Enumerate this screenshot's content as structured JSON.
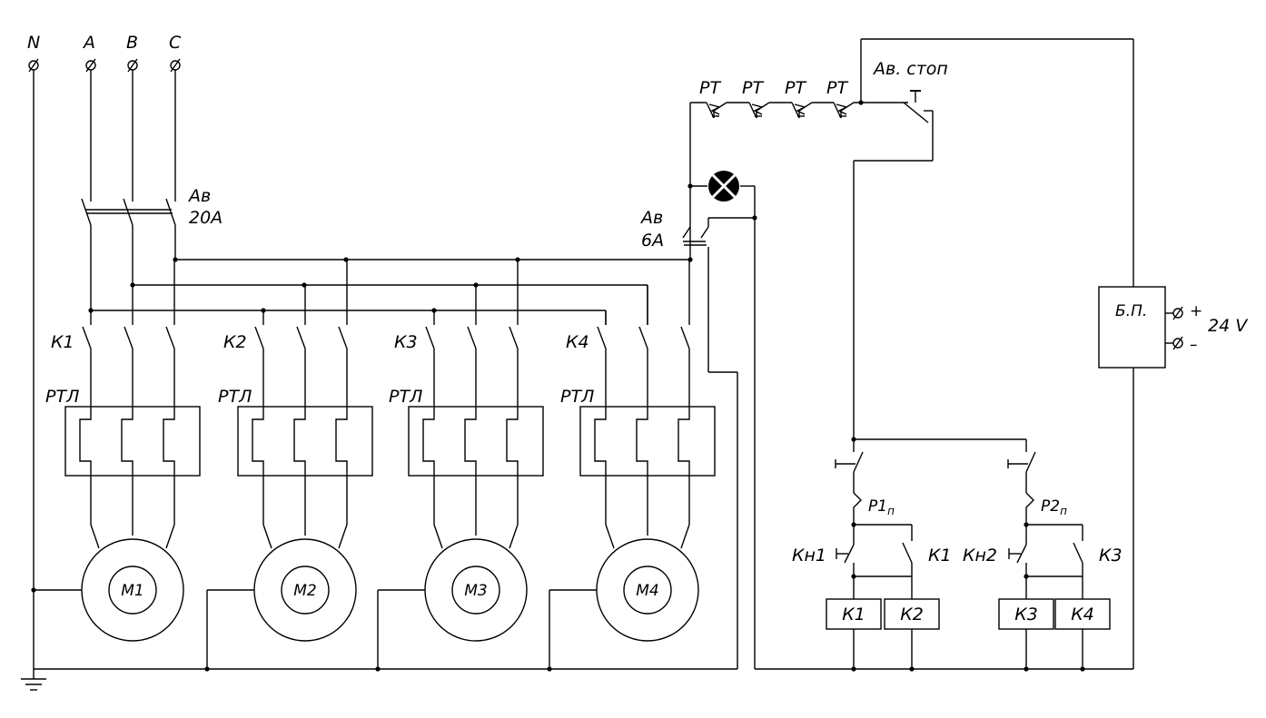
{
  "supply": {
    "n": "N",
    "a": "A",
    "b": "B",
    "c": "C"
  },
  "breaker_main": {
    "name": "Ав",
    "rating": "20А"
  },
  "breaker_ctrl": {
    "name": "Ав",
    "rating": "6А"
  },
  "relays": [
    "РТ",
    "РТ",
    "РТ",
    "РТ"
  ],
  "estop": "Ав. стоп",
  "contactors": [
    "К1",
    "К2",
    "К3",
    "К4"
  ],
  "thermal": [
    "РТЛ",
    "РТЛ",
    "РТЛ",
    "РТЛ"
  ],
  "motors": [
    "М1",
    "М2",
    "М3",
    "М4"
  ],
  "psu": {
    "name": "Б.П.",
    "plus": "+",
    "minus": "–",
    "voltage": "24 V"
  },
  "control": {
    "p1": "Р1",
    "p1_sub": "п",
    "p2": "Р2",
    "p2_sub": "п",
    "kn1": "Кн1",
    "kn2": "Кн2",
    "k1_contact": "К1",
    "k3_contact": "К3",
    "coils": [
      "К1",
      "К2",
      "К3",
      "К4"
    ]
  }
}
